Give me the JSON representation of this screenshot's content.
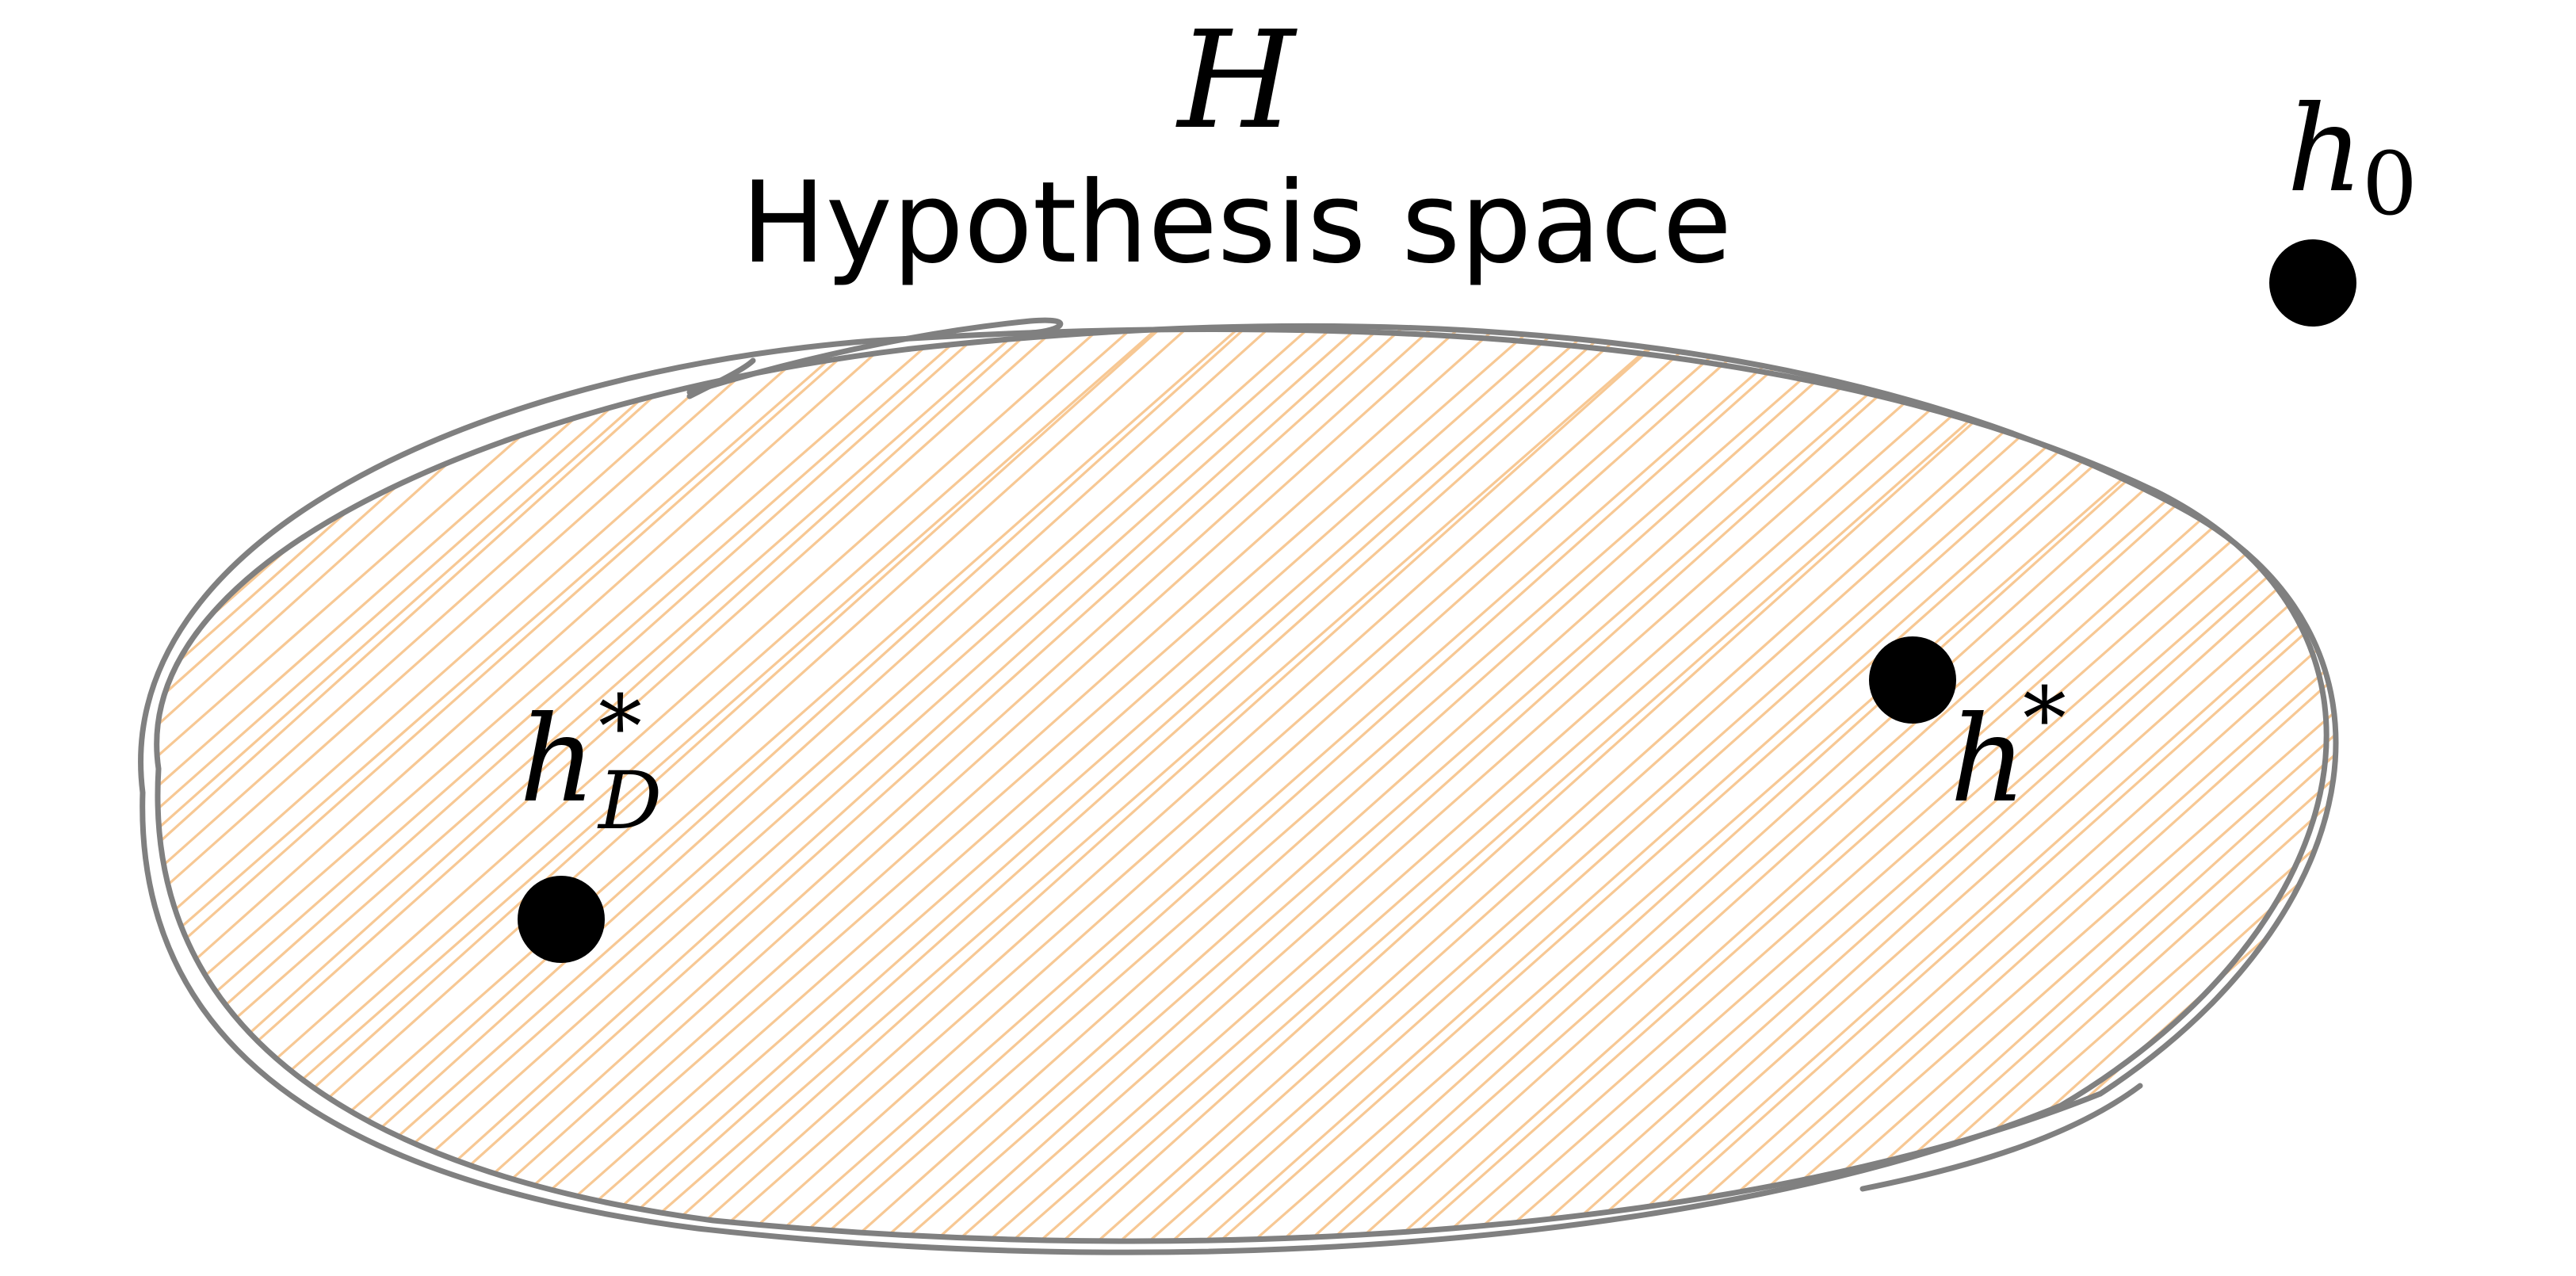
{
  "title": {
    "symbol": "H",
    "caption": "Hypothesis space"
  },
  "points": {
    "h0": {
      "base": "h",
      "subscript": "0"
    },
    "h_star": {
      "base": "h",
      "superscript": "*"
    },
    "h_D_star": {
      "base": "h",
      "superscript": "*",
      "subscript": "D"
    }
  },
  "colors": {
    "outline": "#808080",
    "hatch": "#f7c68f",
    "point": "#000000",
    "background": "#ffffff"
  }
}
